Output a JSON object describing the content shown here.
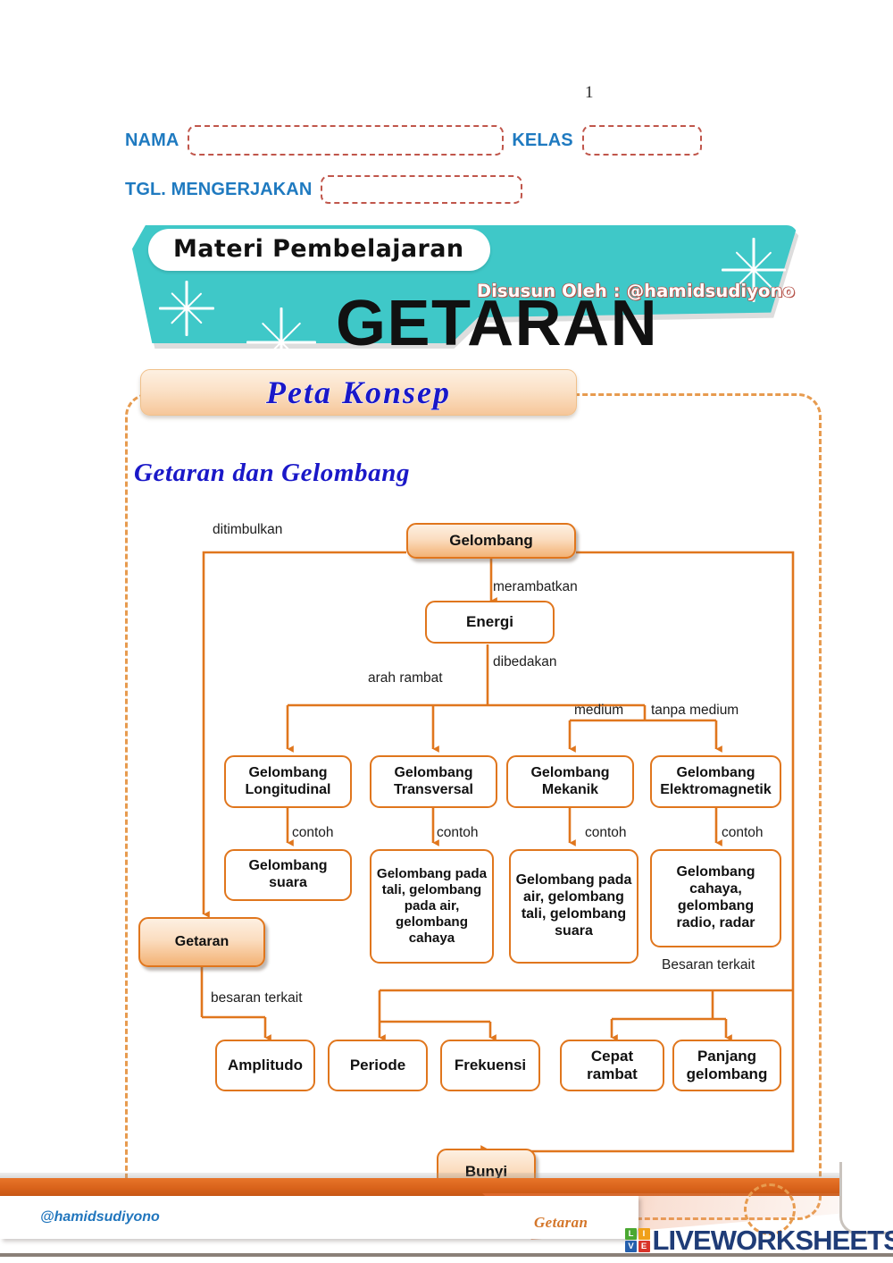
{
  "page": {
    "number": "1"
  },
  "form": {
    "nama_label": "NAMA",
    "nama_value": "",
    "kelas_label": "KELAS",
    "kelas_value": "",
    "tgl_label": "TGL. MENGERJAKAN",
    "tgl_value": "",
    "nama_placeholder": "",
    "kelas_placeholder": "",
    "tgl_placeholder": ""
  },
  "header": {
    "materi_label": "Materi Pembelajaran",
    "author_credit": "Disusun Oleh : @hamidsudiyono",
    "title": "GETARAN",
    "banner_color": "#3fc8c8",
    "title_color": "#111111"
  },
  "concept": {
    "tab_label": "Peta Konsep",
    "subtitle": "Getaran dan Gelombang",
    "accent_color": "#e0761d",
    "frame_color": "#e79b4f",
    "heading_color": "#1a18c8"
  },
  "chart_data": {
    "type": "diagram",
    "title": "Getaran dan Gelombang",
    "nodes": [
      {
        "id": "gelombang",
        "label": "Gelombang",
        "style": "filled"
      },
      {
        "id": "energi",
        "label": "Energi",
        "style": "plain"
      },
      {
        "id": "longitudinal",
        "label": "Gelombang Longitudinal",
        "style": "plain"
      },
      {
        "id": "transversal",
        "label": "Gelombang Transversal",
        "style": "plain"
      },
      {
        "id": "mekanik",
        "label": "Gelombang Mekanik",
        "style": "plain"
      },
      {
        "id": "elektro",
        "label": "Gelombang Elektromagnetik",
        "style": "plain"
      },
      {
        "id": "ex-long",
        "label": "Gelombang suara",
        "style": "plain"
      },
      {
        "id": "ex-trans",
        "label": "Gelombang pada tali, gelombang pada air, gelombang cahaya",
        "style": "plain"
      },
      {
        "id": "ex-mek",
        "label": "Gelombang pada air, gelombang tali, gelombang suara",
        "style": "plain"
      },
      {
        "id": "ex-elektro",
        "label": "Gelombang cahaya, gelombang radio, radar",
        "style": "plain"
      },
      {
        "id": "getaran",
        "label": "Getaran",
        "style": "filled"
      },
      {
        "id": "amplitudo",
        "label": "Amplitudo",
        "style": "plain"
      },
      {
        "id": "periode",
        "label": "Periode",
        "style": "plain"
      },
      {
        "id": "frekuensi",
        "label": "Frekuensi",
        "style": "plain"
      },
      {
        "id": "cepat",
        "label": "Cepat rambat",
        "style": "plain"
      },
      {
        "id": "panjang",
        "label": "Panjang gelombang",
        "style": "plain"
      },
      {
        "id": "bunyi",
        "label": "Bunyi",
        "style": "filled"
      }
    ],
    "edge_labels": [
      {
        "id": "e-ditimbulkan",
        "label": "ditimbulkan"
      },
      {
        "id": "e-merambatkan",
        "label": "merambatkan"
      },
      {
        "id": "e-dibedakan",
        "label": "dibedakan"
      },
      {
        "id": "e-arah",
        "label": "arah rambat"
      },
      {
        "id": "e-medium",
        "label": "medium"
      },
      {
        "id": "e-tanpa",
        "label": "tanpa medium"
      },
      {
        "id": "e-contoh-1",
        "label": "contoh"
      },
      {
        "id": "e-contoh-2",
        "label": "contoh"
      },
      {
        "id": "e-contoh-3",
        "label": "contoh"
      },
      {
        "id": "e-contoh-4",
        "label": "contoh"
      },
      {
        "id": "e-besaran-kiri",
        "label": "besaran terkait"
      },
      {
        "id": "e-besaran-kanan",
        "label": "Besaran terkait"
      }
    ],
    "edges": [
      {
        "from": "gelombang",
        "to": "getaran",
        "label": "ditimbulkan"
      },
      {
        "from": "gelombang",
        "to": "energi",
        "label": "merambatkan"
      },
      {
        "from": "energi",
        "to": "longitudinal",
        "label": "arah rambat"
      },
      {
        "from": "energi",
        "to": "transversal",
        "label": "arah rambat"
      },
      {
        "from": "energi",
        "to": "mekanik",
        "label": "medium"
      },
      {
        "from": "energi",
        "to": "elektro",
        "label": "tanpa medium"
      },
      {
        "from": "longitudinal",
        "to": "ex-long",
        "label": "contoh"
      },
      {
        "from": "transversal",
        "to": "ex-trans",
        "label": "contoh"
      },
      {
        "from": "mekanik",
        "to": "ex-mek",
        "label": "contoh"
      },
      {
        "from": "elektro",
        "to": "ex-elektro",
        "label": "contoh"
      },
      {
        "from": "getaran",
        "to": "amplitudo",
        "label": "besaran terkait"
      },
      {
        "from": "getaran",
        "to": "periode",
        "label": "besaran terkait"
      },
      {
        "from": "getaran",
        "to": "frekuensi",
        "label": "besaran terkait"
      },
      {
        "from": "gelombang",
        "to": "cepat",
        "label": "Besaran terkait"
      },
      {
        "from": "gelombang",
        "to": "panjang",
        "label": "Besaran terkait"
      },
      {
        "from": "gelombang",
        "to": "bunyi",
        "label": ""
      }
    ]
  },
  "footer": {
    "handle": "@hamidsudiyono",
    "watermark": "Getaran",
    "logo_word": "LIVEWORKSHEETS",
    "logo_tiles": [
      {
        "letter": "L",
        "color": "#4aa832"
      },
      {
        "letter": "I",
        "color": "#f0a019"
      },
      {
        "letter": "V",
        "color": "#2560ad"
      },
      {
        "letter": "E",
        "color": "#d8332a"
      }
    ],
    "stripe_color": "#d9631b",
    "logo_word_color": "#1f3c77"
  }
}
